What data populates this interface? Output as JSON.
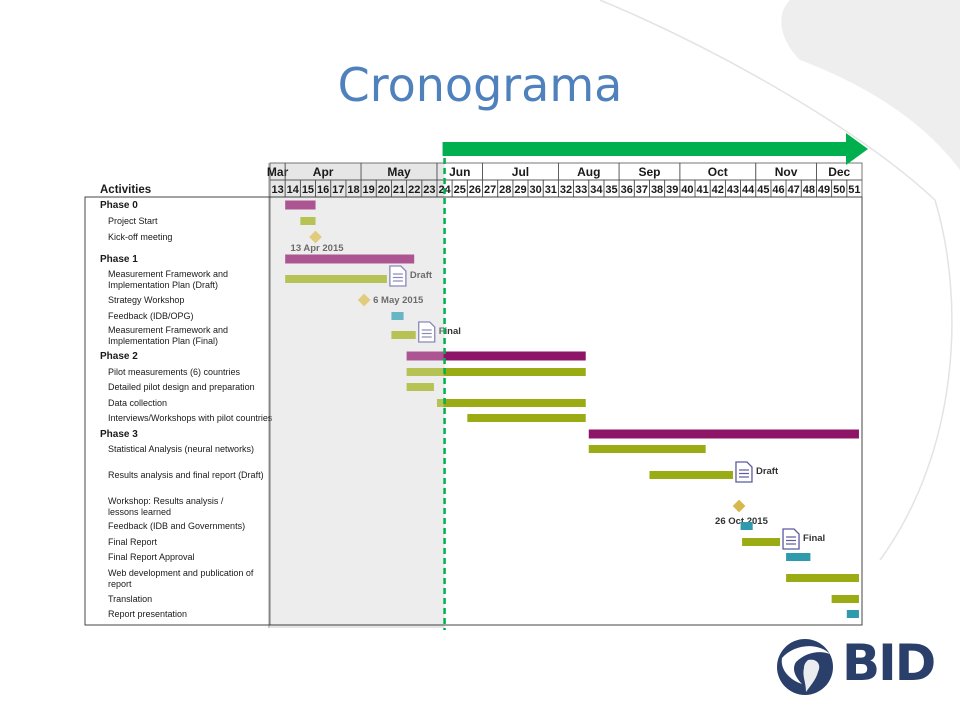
{
  "slide": {
    "title": "Cronograma"
  },
  "logo": {
    "text": "BID"
  },
  "colors": {
    "title": "#4f81bd",
    "phase_bar": "#8e1468",
    "task_bar": "#9aab13",
    "milestone": "#d6b94c",
    "feedback_bar": "#2e9aac",
    "progress_arrow": "#00b04f",
    "elapsed_shade": "#e6e6e6",
    "logo": "#2b3f6b"
  },
  "chart_data": {
    "type": "gantt",
    "activities_header": "Activities",
    "months": [
      {
        "label": "Mar",
        "start": 13,
        "end": 13
      },
      {
        "label": "Apr",
        "start": 14,
        "end": 18
      },
      {
        "label": "May",
        "start": 19,
        "end": 23
      },
      {
        "label": "Jun",
        "start": 24,
        "end": 26
      },
      {
        "label": "Jul",
        "start": 27,
        "end": 31
      },
      {
        "label": "Aug",
        "start": 32,
        "end": 35
      },
      {
        "label": "Sep",
        "start": 36,
        "end": 39
      },
      {
        "label": "Oct",
        "start": 40,
        "end": 44
      },
      {
        "label": "Nov",
        "start": 45,
        "end": 48
      },
      {
        "label": "Dec",
        "start": 49,
        "end": 51
      }
    ],
    "weeks": [
      13,
      14,
      15,
      16,
      17,
      18,
      19,
      20,
      21,
      22,
      23,
      24,
      25,
      26,
      27,
      28,
      29,
      30,
      31,
      32,
      33,
      34,
      35,
      36,
      37,
      38,
      39,
      40,
      41,
      42,
      43,
      44,
      45,
      46,
      47,
      48,
      49,
      50,
      51
    ],
    "current_week": 24.5,
    "shaded_weeks": [
      13,
      24.5
    ],
    "rows": [
      {
        "label": "Phase 0",
        "bold": true,
        "kind": "phase",
        "start": 14,
        "end": 16
      },
      {
        "label": "Project Start",
        "kind": "task",
        "start": 15,
        "end": 16
      },
      {
        "label": "Kick-off meeting",
        "kind": "milestone",
        "at": 16,
        "milestone_label": "13 Apr 2015"
      },
      {
        "label": "Phase 1",
        "bold": true,
        "kind": "phase",
        "start": 14,
        "end": 22.5
      },
      {
        "label": "Measurement Framework and Implementation Plan (Draft)",
        "kind": "task",
        "start": 14,
        "end": 20.7,
        "doc": "Draft"
      },
      {
        "label": "Strategy Workshop",
        "kind": "milestone",
        "at": 19.2,
        "milestone_label": "6 May 2015"
      },
      {
        "label": "Feedback (IDB/OPG)",
        "kind": "feedback",
        "start": 21,
        "end": 21.8
      },
      {
        "label": "Measurement Framework and Implementation Plan (Final)",
        "kind": "task",
        "start": 21,
        "end": 22.6,
        "doc": "Final"
      },
      {
        "label": "Phase 2",
        "bold": true,
        "kind": "phase",
        "start": 22,
        "end": 33.8
      },
      {
        "label": "Pilot measurements (6) countries",
        "kind": "task",
        "start": 22,
        "end": 33.8
      },
      {
        "label": "Detailed pilot design and preparation",
        "kind": "task",
        "start": 22,
        "end": 23.8
      },
      {
        "label": "Data collection",
        "kind": "task",
        "start": 24,
        "end": 33.8
      },
      {
        "label": "Interviews/Workshops with pilot countries",
        "kind": "task",
        "start": 26,
        "end": 33.8
      },
      {
        "label": "Phase 3",
        "bold": true,
        "kind": "phase",
        "start": 34,
        "end": 51.8
      },
      {
        "label": "Statistical Analysis (neural networks)",
        "kind": "task",
        "start": 34,
        "end": 41.7
      },
      {
        "label": "Results analysis and final report (Draft)",
        "kind": "task",
        "start": 38,
        "end": 43.5,
        "doc": "Draft"
      },
      {
        "label": "Workshop: Results analysis / lessons learned",
        "kind": "milestone",
        "at": 43.9,
        "milestone_label": "26 Oct 2015"
      },
      {
        "label": "Feedback (IDB and Governments)",
        "kind": "feedback",
        "start": 44,
        "end": 44.8
      },
      {
        "label": "Final Report",
        "kind": "task",
        "start": 44.1,
        "end": 46.6,
        "doc": "Final"
      },
      {
        "label": "Final Report Approval",
        "kind": "feedback",
        "start": 47,
        "end": 48.6
      },
      {
        "label": "Web development and publication of report",
        "kind": "task",
        "start": 47,
        "end": 51.8
      },
      {
        "label": "Translation",
        "kind": "task",
        "start": 50,
        "end": 51.8
      },
      {
        "label": "Report presentation",
        "kind": "feedback",
        "start": 51,
        "end": 51.8
      }
    ]
  }
}
